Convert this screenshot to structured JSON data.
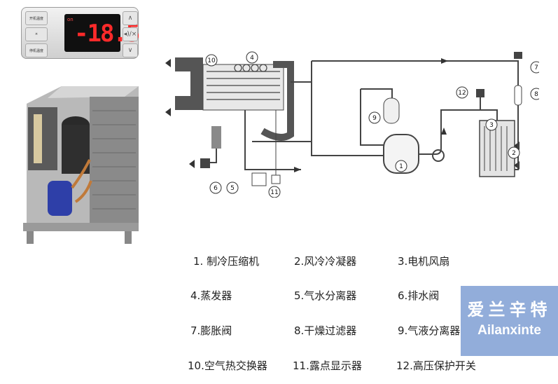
{
  "controller": {
    "indicator": "on",
    "display_value": "-18.5",
    "buttons_left": [
      "开机温度",
      "",
      "停机温度"
    ],
    "buttons_right": [
      "∧",
      "◂)/×",
      "∨"
    ]
  },
  "diagram": {
    "callouts": [
      "1",
      "2",
      "3",
      "4",
      "5",
      "6",
      "7",
      "8",
      "9",
      "10",
      "11",
      "12"
    ]
  },
  "legend": [
    {
      "label": "1.   制冷压缩机"
    },
    {
      "label": "2.风冷冷凝器"
    },
    {
      "label": "3.电机风扇"
    },
    {
      "label": "4.蒸发器"
    },
    {
      "label": "5.气水分离器"
    },
    {
      "label": "6.排水阀"
    },
    {
      "label": "7.膨胀阀"
    },
    {
      "label": "8.干燥过滤器"
    },
    {
      "label": "9.气液分离器"
    },
    {
      "label": "10.空气热交换器"
    },
    {
      "label": "11.露点显示器"
    },
    {
      "label": "12.高压保护开关"
    }
  ],
  "watermark": {
    "cn": "爱兰辛特",
    "en": "Ailanxinte"
  },
  "colors": {
    "display_digits": "#ff2a2a",
    "watermark_bg": "#7f9fd4",
    "copper": "#c07a3a"
  }
}
